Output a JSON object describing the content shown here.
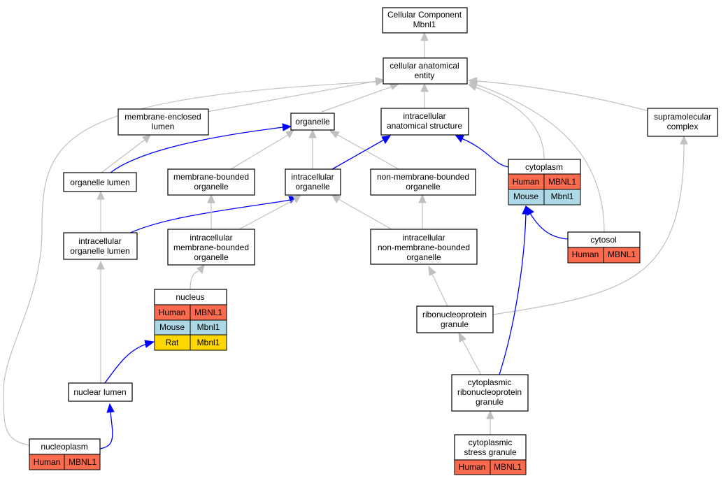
{
  "nodes": {
    "cc_root": [
      "Cellular Component",
      "Mbnl1"
    ],
    "cae": [
      "cellular anatomical",
      "entity"
    ],
    "mel": [
      "membrane-enclosed",
      "lumen"
    ],
    "organelle": [
      "organelle"
    ],
    "ias": [
      "intracellular",
      "anatomical structure"
    ],
    "smc": [
      "supramolecular",
      "complex"
    ],
    "olumen": [
      "organelle lumen"
    ],
    "mbo": [
      "membrane-bounded",
      "organelle"
    ],
    "io": [
      "intracellular",
      "organelle"
    ],
    "nmbo": [
      "non-membrane-bounded",
      "organelle"
    ],
    "cytoplasm": [
      "cytoplasm"
    ],
    "iol": [
      "intracellular",
      "organelle lumen"
    ],
    "imbo": [
      "intracellular",
      "membrane-bounded",
      "organelle"
    ],
    "inmbo": [
      "intracellular",
      "non-membrane-bounded",
      "organelle"
    ],
    "cytosol": [
      "cytosol"
    ],
    "nucleus": [
      "nucleus"
    ],
    "rnpg": [
      "ribonucleoprotein",
      "granule"
    ],
    "nlumen": [
      "nuclear lumen"
    ],
    "crnpg": [
      "cytoplasmic",
      "ribonucleoprotein",
      "granule"
    ],
    "nucleoplasm": [
      "nucleoplasm"
    ],
    "csg": [
      "cytoplasmic",
      "stress granule"
    ]
  },
  "species": {
    "human": "Human",
    "mouse": "Mouse",
    "rat": "Rat"
  },
  "genes": {
    "human": "MBNL1",
    "mouse": "Mbnl1",
    "rat": "Mbnl1"
  },
  "colors": {
    "human": "#fa6a4e",
    "mouse": "#add8e6",
    "rat": "#ffd700",
    "edge_is_a": "#c0c0c0",
    "edge_part_of": "#0000ff"
  }
}
